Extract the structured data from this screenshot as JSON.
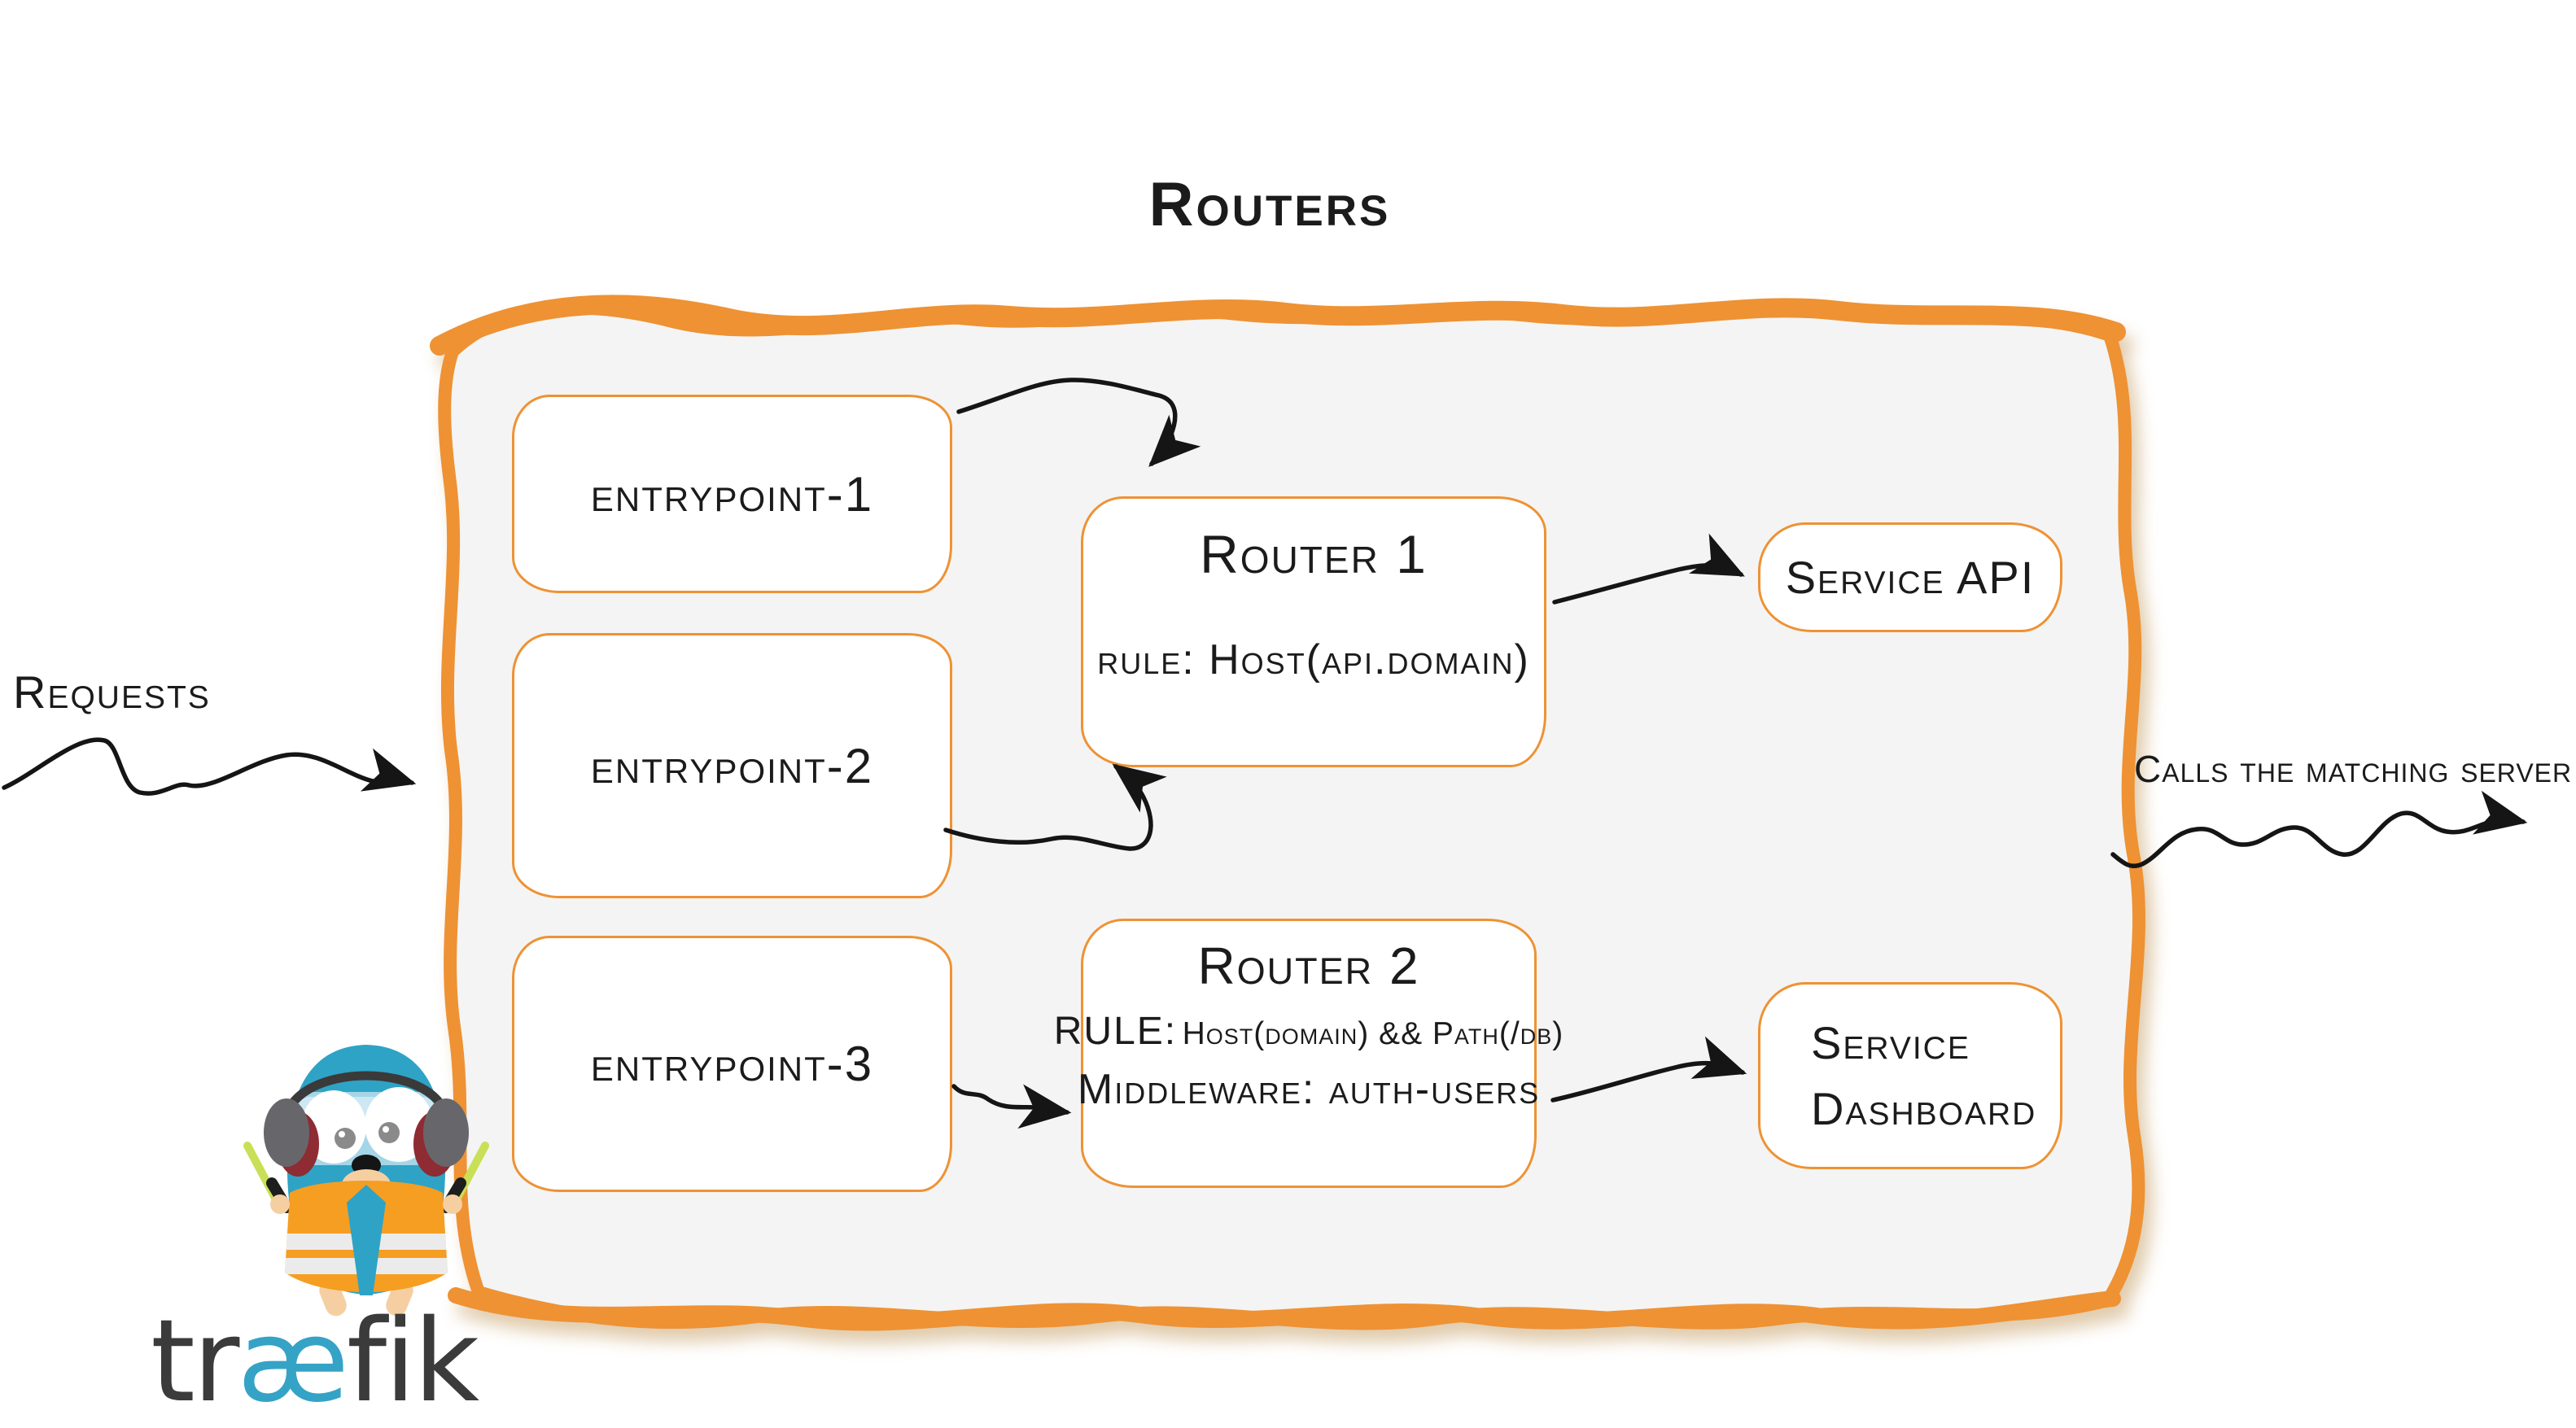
{
  "title": "Routers",
  "colors": {
    "accent_orange": "#EE9234",
    "frame_fill": "#F4F4F4",
    "ink": "#1b1b1b",
    "logo_blue": "#2EA3C6",
    "logo_text_gray": "#3B3B3B",
    "vest_orange": "#F59E22",
    "stick_green": "#C9DF55"
  },
  "annotations": {
    "requests_label": "Requests",
    "calls_label": "Calls the matching server"
  },
  "entrypoints": [
    {
      "label": "entrypoint-1"
    },
    {
      "label": "entrypoint-2"
    },
    {
      "label": "entrypoint-3"
    }
  ],
  "routers": [
    {
      "name": "Router 1",
      "rule": "rule: Host(api.domain)"
    },
    {
      "name": "Router 2",
      "rule_label": "RULE:",
      "rule_value": "Host(domain) && Path(/db)",
      "middleware": "Middleware: auth-users"
    }
  ],
  "services": [
    {
      "label": "Service API"
    },
    {
      "line1": "Service",
      "line2": "Dashboard"
    }
  ],
  "logo": {
    "pre": "tr",
    "ae": "æ",
    "post": "fik"
  }
}
